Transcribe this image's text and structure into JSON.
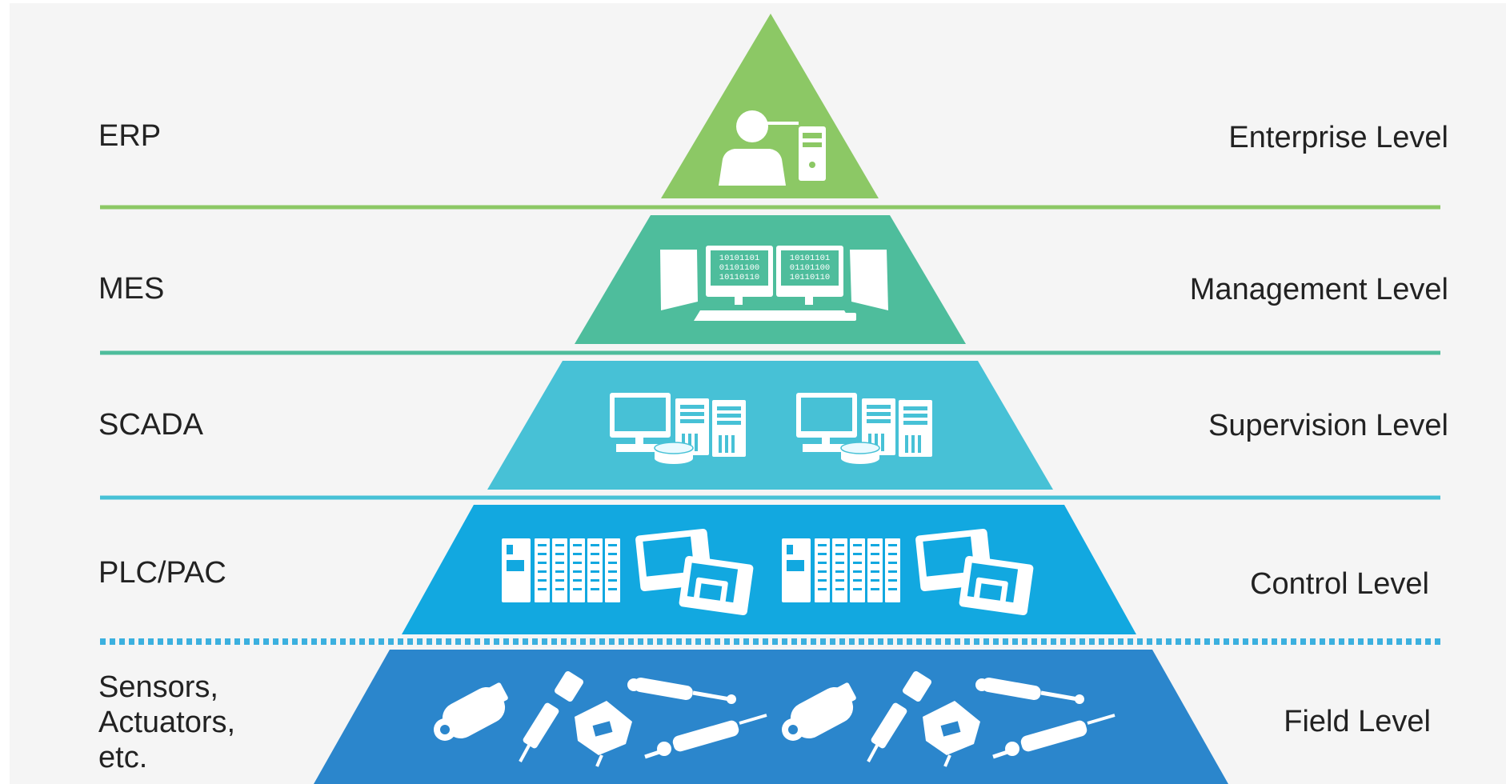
{
  "levels": [
    {
      "system": "ERP",
      "level": "Enterprise Level",
      "color": "#8cc865",
      "icon": "user-workstation-icon"
    },
    {
      "system": "MES",
      "level": "Management Level",
      "color": "#4ebd9c",
      "icon": "computer-monitors-icon"
    },
    {
      "system": "SCADA",
      "level": "Supervision Level",
      "color": "#47c1d6",
      "icon": "server-workstation-icon"
    },
    {
      "system": "PLC/PAC",
      "level": "Control Level",
      "color": "#12a8e0",
      "icon": "plc-hmi-icon"
    },
    {
      "system": "Sensors,\nActuators,\netc.",
      "level": "Field Level",
      "color": "#2b86cc",
      "icon": "motor-actuator-icon"
    }
  ],
  "monitor_code": [
    "10101101",
    "01101100",
    "10110110"
  ],
  "divider_colors": [
    "#8cc865",
    "#4ebd9c",
    "#47c1d6",
    "#3bb0df"
  ],
  "background_color": "#f5f5f5"
}
